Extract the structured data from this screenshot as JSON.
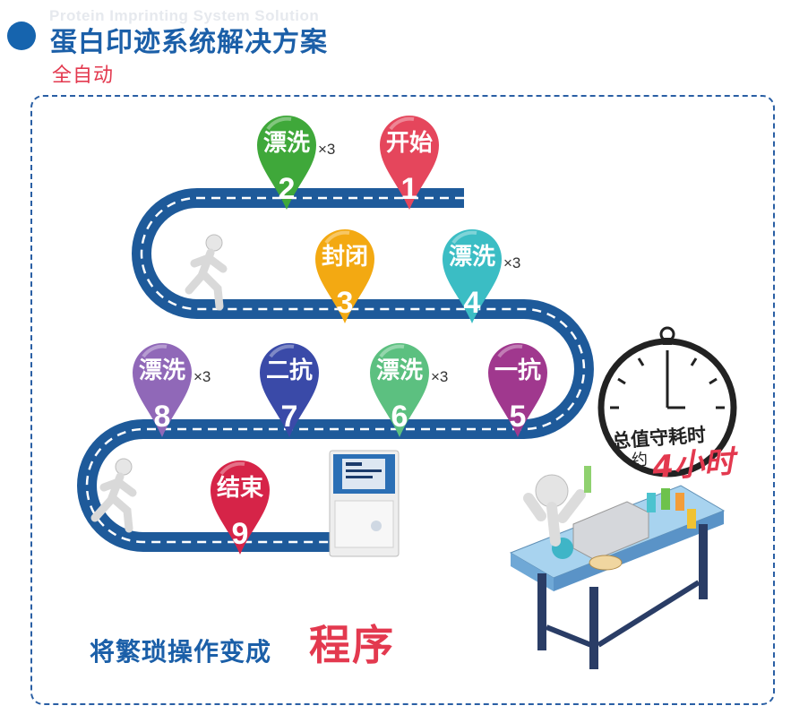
{
  "header": {
    "watermark": "Protein Imprinting System Solution",
    "title": "蛋白印迹系统解决方案",
    "subtitle": "全自动"
  },
  "steps": [
    {
      "num": "1",
      "label": "开始",
      "times": "",
      "color": "#e5465c"
    },
    {
      "num": "2",
      "label": "漂洗",
      "times": "×3",
      "color": "#3fa83a"
    },
    {
      "num": "3",
      "label": "封闭",
      "times": "",
      "color": "#f3a912"
    },
    {
      "num": "4",
      "label": "漂洗",
      "times": "×3",
      "color": "#3bbdc4"
    },
    {
      "num": "5",
      "label": "一抗",
      "times": "",
      "color": "#a0388e"
    },
    {
      "num": "6",
      "label": "漂洗",
      "times": "×3",
      "color": "#5cc080"
    },
    {
      "num": "7",
      "label": "二抗",
      "times": "",
      "color": "#3a4aa8"
    },
    {
      "num": "8",
      "label": "漂洗",
      "times": "×3",
      "color": "#9068b8"
    },
    {
      "num": "9",
      "label": "结束",
      "times": "",
      "color": "#d62448"
    }
  ],
  "clock": {
    "line1": "总值守耗时",
    "prefix": "约",
    "duration": "4小时"
  },
  "slogan": {
    "text": "将繁琐操作变成",
    "highlight": "程序"
  },
  "colors": {
    "road": "#1e5a9a",
    "accent": "#1664ae",
    "highlight": "#e3394f"
  }
}
